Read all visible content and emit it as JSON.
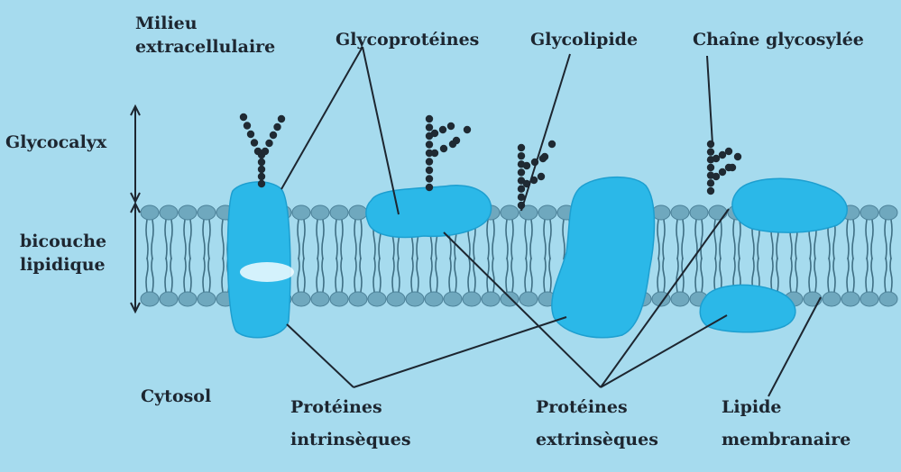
{
  "labels": {
    "milieu_l1": "Milieu",
    "milieu_l2": "extracellulaire",
    "glycoproteines": "Glycoprotéines",
    "glycolipide": "Glycolipide",
    "chaine": "Chaîne glycosylée",
    "glycocalyx": "Glycocalyx",
    "bicouche_l1": "bicouche",
    "bicouche_l2": "lipidique",
    "cytosol": "Cytosol",
    "intrinseques_l1": "Protéines",
    "intrinseques_l2": "intrinsèques",
    "extrinseques_l1": "Protéines",
    "extrinseques_l2": "extrinsèques",
    "lipide_l1": "Lipide",
    "lipide_l2": "membranaire"
  },
  "colors": {
    "background": "#a6dbee",
    "protein": "#2bb8e8",
    "protein_edge": "#1d9fd0",
    "lipid_head": "#6fa8be",
    "lipid_tail": "#3f6f84",
    "sugar": "#1f2a33",
    "text": "#1d2630"
  }
}
